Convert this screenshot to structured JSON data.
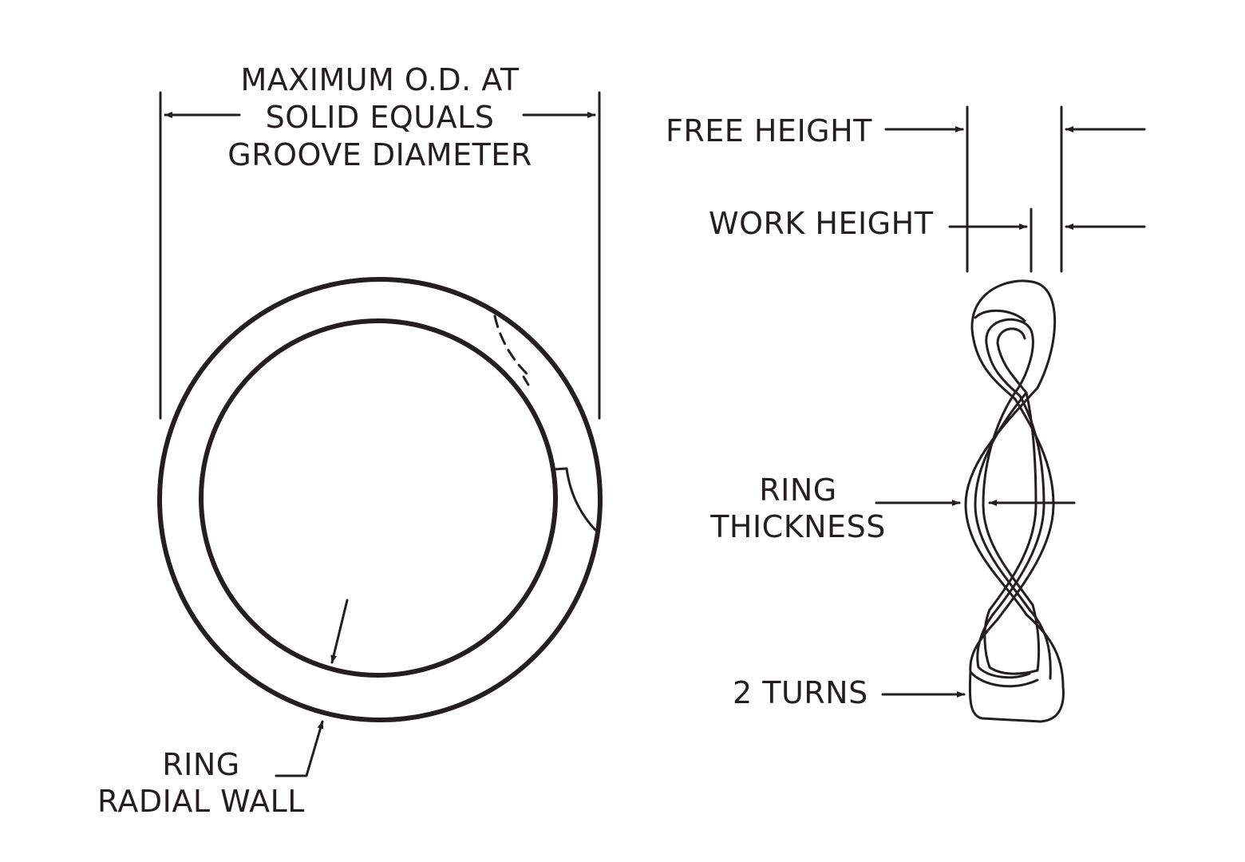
{
  "labels": {
    "max_od_line1": "MAXIMUM O.D. AT",
    "max_od_line2": "SOLID EQUALS",
    "max_od_line3": "GROOVE DIAMETER",
    "free_height": "FREE HEIGHT",
    "work_height": "WORK HEIGHT",
    "ring_thickness_line1": "RING",
    "ring_thickness_line2": "THICKNESS",
    "two_turns": "2 TURNS",
    "radial_wall_line1": "RING",
    "radial_wall_line2": "RADIAL WALL"
  },
  "colors": {
    "ink": "#231f20",
    "background": "#ffffff"
  }
}
